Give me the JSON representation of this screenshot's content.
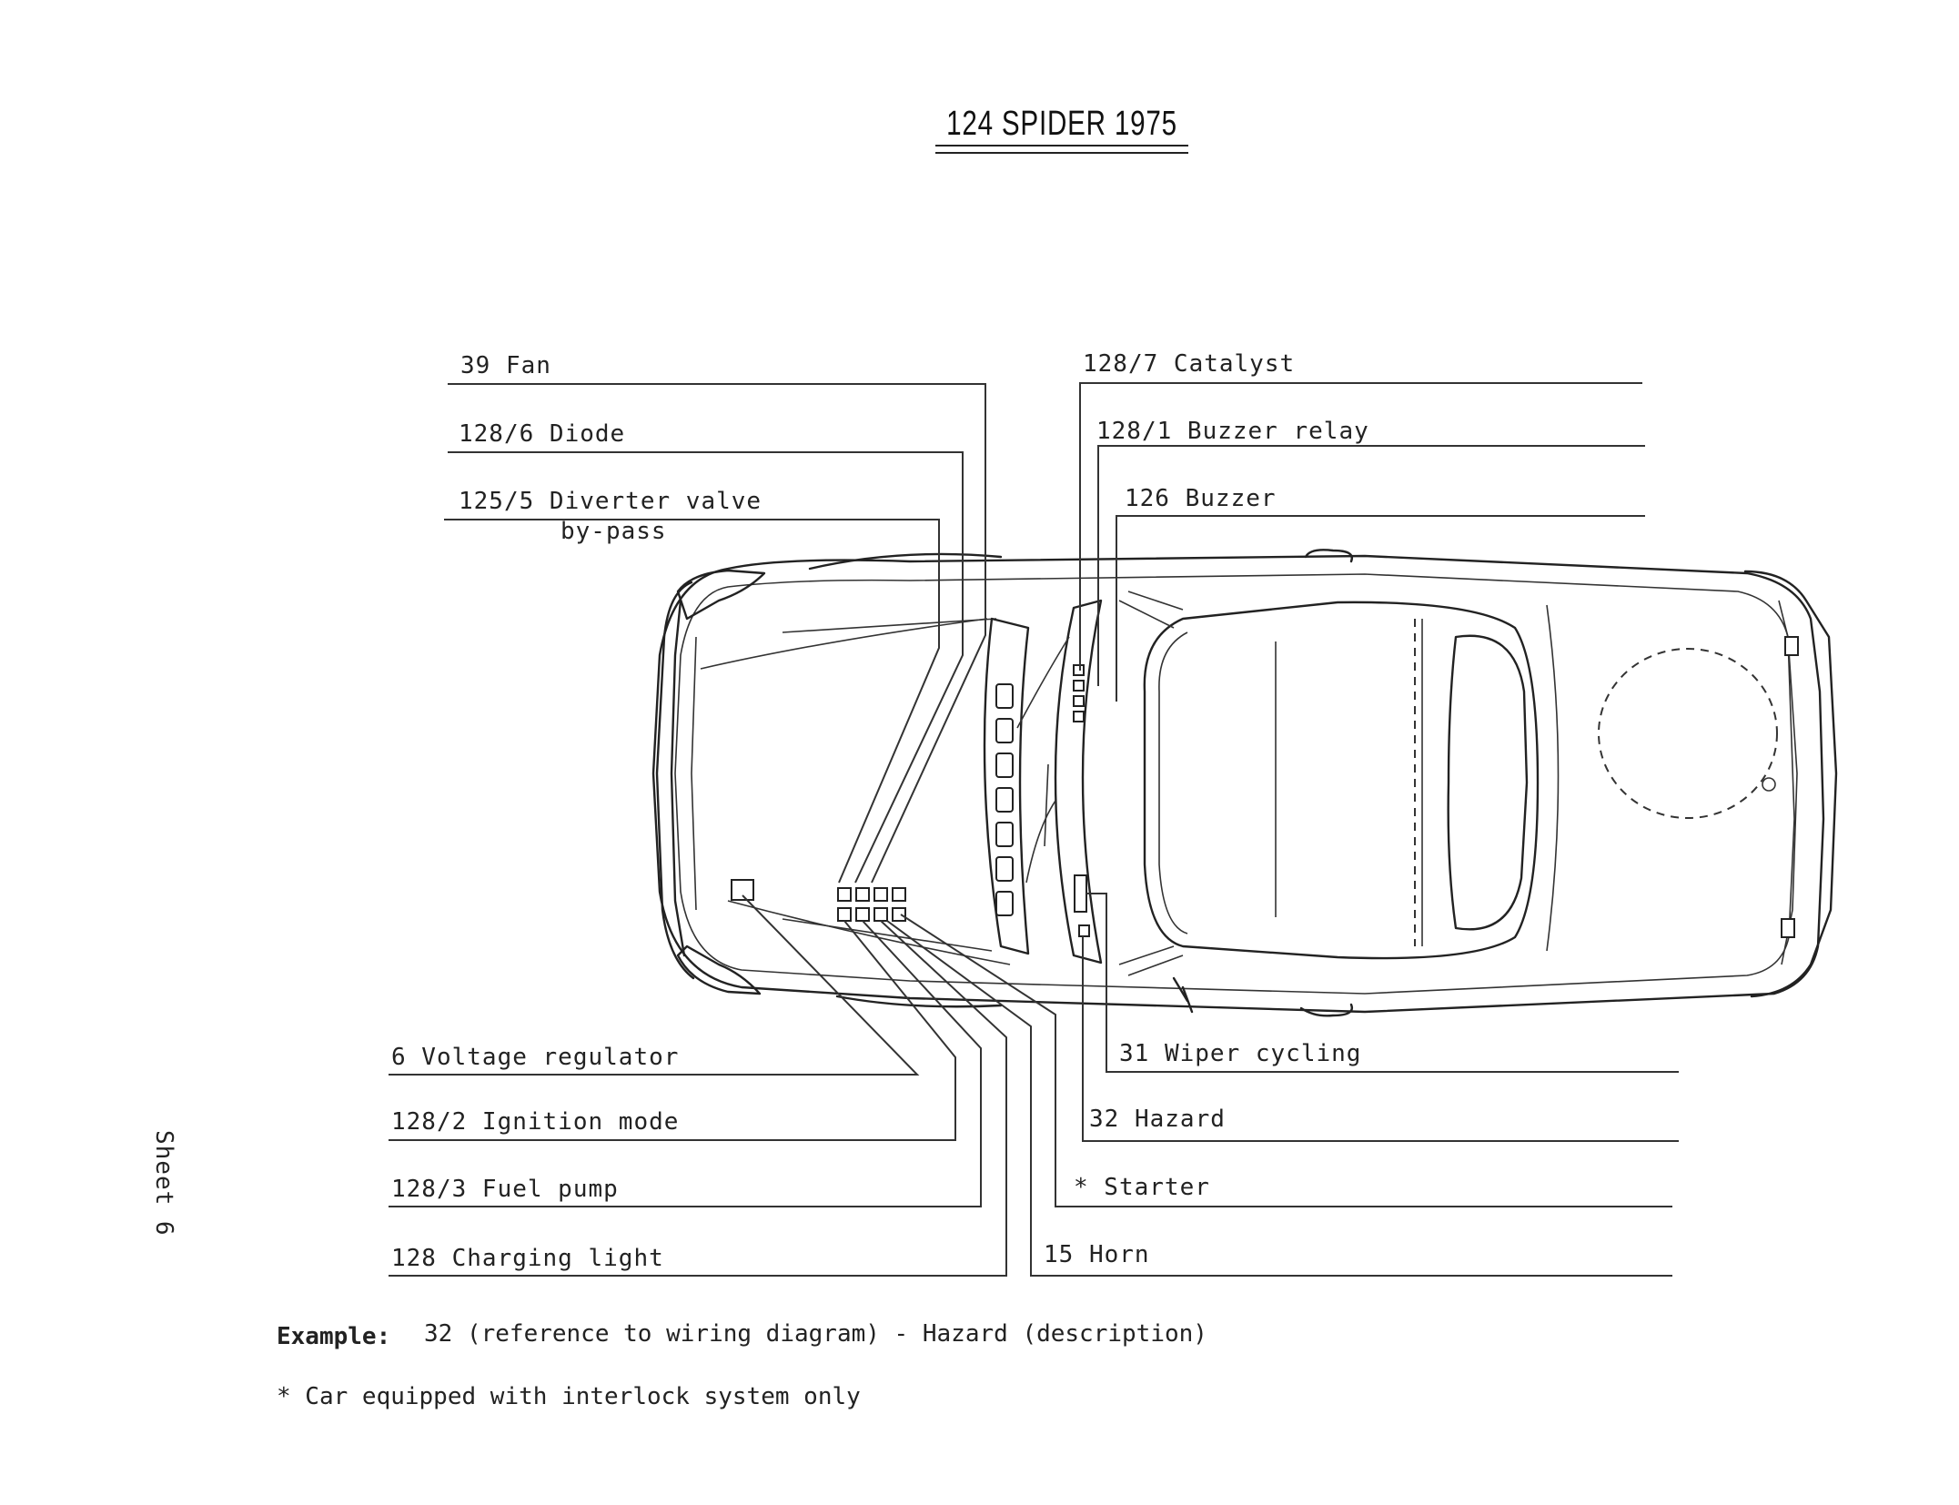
{
  "title": "124 SPIDER 1975",
  "sheet": "Sheet 6",
  "labels": {
    "fan": "39 Fan",
    "diode": "128/6 Diode",
    "diverter_valve": "125/5 Diverter valve",
    "diverter_bypass": "by-pass",
    "catalyst": "128/7 Catalyst",
    "buzzer_relay": "128/1 Buzzer relay",
    "buzzer": "126 Buzzer",
    "voltage_regulator": "6 Voltage regulator",
    "ignition_mode": "128/2 Ignition mode",
    "fuel_pump": "128/3 Fuel pump",
    "charging_light": "128 Charging light",
    "wiper_cycling": "31 Wiper cycling",
    "hazard": "32 Hazard",
    "starter": "* Starter",
    "horn": "15 Horn"
  },
  "example": {
    "label": "Example:",
    "text": "32 (reference to wiring diagram) - Hazard (description)"
  },
  "footnote": "* Car equipped with interlock system only"
}
